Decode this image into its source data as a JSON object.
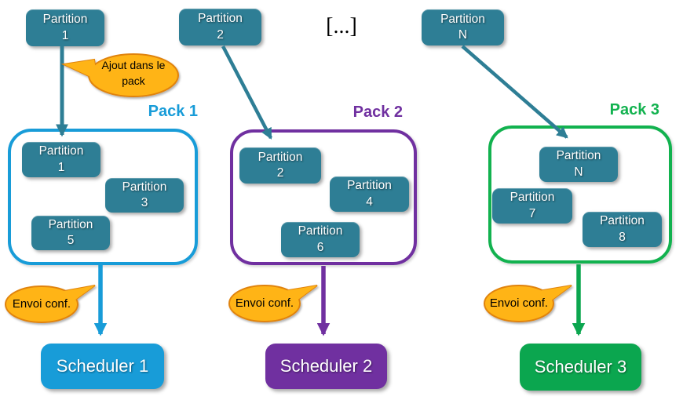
{
  "colors": {
    "teal": "#2E7E95",
    "blue": "#189CD8",
    "purple": "#7030A0",
    "green": "#0BA64F",
    "green_border": "#12B24F",
    "bubble_fill": "#FFB414",
    "bubble_border": "#E0830D"
  },
  "top_row": {
    "partitions": [
      {
        "name": "Partition",
        "id": "1"
      },
      {
        "name": "Partition",
        "id": "2"
      },
      {
        "name": "Partition",
        "id": "N"
      }
    ],
    "ellipsis": "[...]"
  },
  "callouts": {
    "add": "Ajout dans le pack",
    "send": "Envoi conf."
  },
  "packs": [
    {
      "label": "Pack 1",
      "partitions": [
        {
          "name": "Partition",
          "id": "1"
        },
        {
          "name": "Partition",
          "id": "3"
        },
        {
          "name": "Partition",
          "id": "5"
        }
      ]
    },
    {
      "label": "Pack 2",
      "partitions": [
        {
          "name": "Partition",
          "id": "2"
        },
        {
          "name": "Partition",
          "id": "4"
        },
        {
          "name": "Partition",
          "id": "6"
        }
      ]
    },
    {
      "label": "Pack 3",
      "partitions": [
        {
          "name": "Partition",
          "id": "N"
        },
        {
          "name": "Partition",
          "id": "7"
        },
        {
          "name": "Partition",
          "id": "8"
        }
      ]
    }
  ],
  "schedulers": [
    {
      "label": "Scheduler 1"
    },
    {
      "label": "Scheduler 2"
    },
    {
      "label": "Scheduler 3"
    }
  ]
}
